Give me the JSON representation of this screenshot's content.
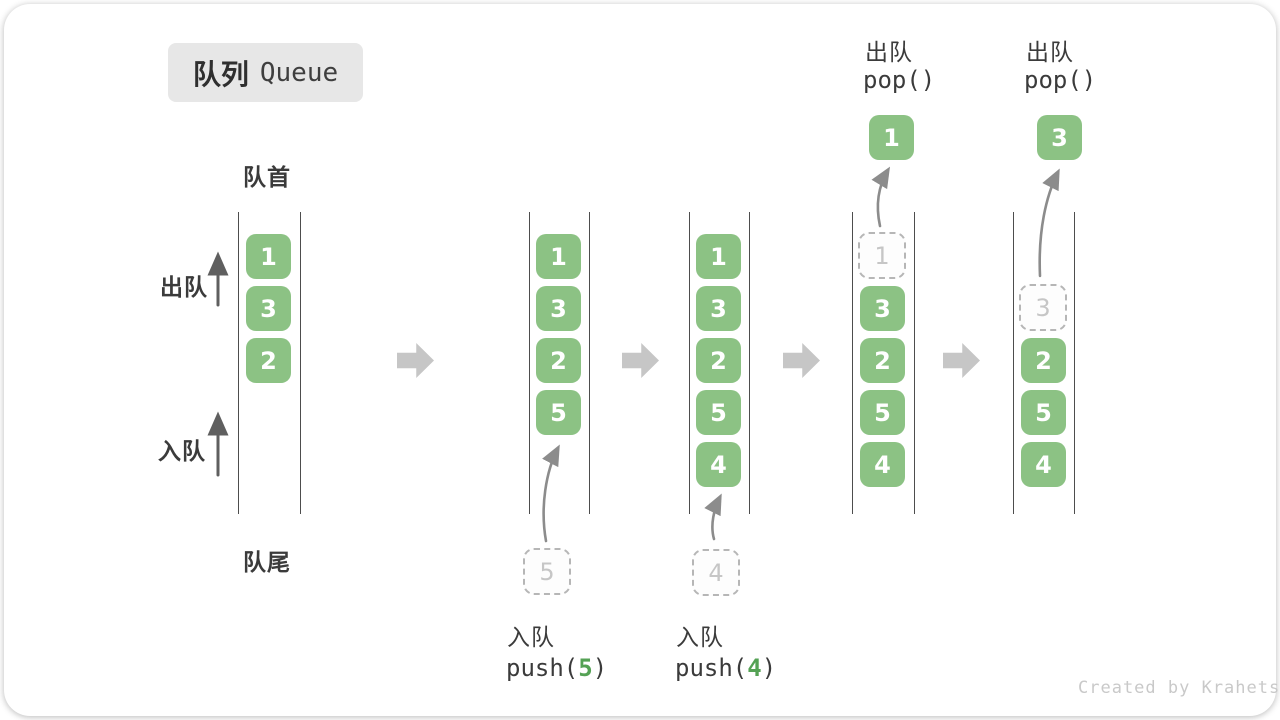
{
  "title": {
    "zh": "队列",
    "en": "Queue"
  },
  "labels": {
    "front": "队首",
    "rear": "队尾",
    "dequeue": "出队",
    "enqueue": "入队"
  },
  "queue_states": [
    {
      "cells": [
        "1",
        "3",
        "2"
      ]
    },
    {
      "cells": [
        "1",
        "3",
        "2",
        "5"
      ]
    },
    {
      "cells": [
        "1",
        "3",
        "2",
        "5",
        "4"
      ]
    },
    {
      "ghost": "1",
      "cells": [
        "3",
        "2",
        "5",
        "4"
      ]
    },
    {
      "ghost": "3",
      "cells": [
        "2",
        "5",
        "4"
      ]
    }
  ],
  "push_ops": [
    {
      "label": "入队",
      "fn": "push(",
      "arg": "5",
      "close": ")",
      "ghost_value": "5"
    },
    {
      "label": "入队",
      "fn": "push(",
      "arg": "4",
      "close": ")",
      "ghost_value": "4"
    }
  ],
  "pop_ops": [
    {
      "label": "出队",
      "fn": "pop()",
      "value": "1"
    },
    {
      "label": "出队",
      "fn": "pop()",
      "value": "3"
    }
  ],
  "watermark": "Created by Krahets",
  "colors": {
    "green": "#8cc284",
    "green_dark": "#55a255",
    "ink": "#3b3b3b",
    "line": "#4d4d4d",
    "arrow_gray": "#c6c6c6",
    "curve_gray": "#8c8c8c",
    "ghost_border": "#b6b6b6",
    "ghost_text": "#c6c6c6",
    "badge_bg": "#e7e7e7",
    "watermark": "#c9c9c9"
  }
}
